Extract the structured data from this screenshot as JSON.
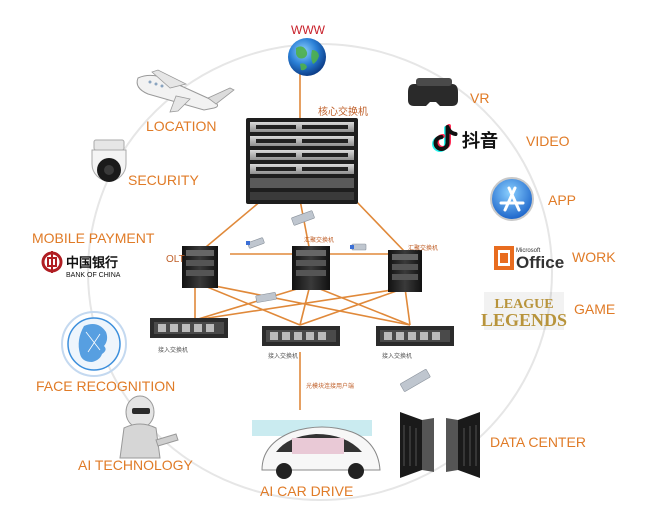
{
  "center": {
    "core_switch_label": "核心交换机",
    "aggregation_label": "汇聚交换机",
    "aggregation_label_right": "汇聚交换机",
    "olt_label": "OLT",
    "access_labels": [
      "接入交换机",
      "接入交换机",
      "接入交换机"
    ],
    "optical_user_label": "光模块连接用户端"
  },
  "left_items": [
    "LOCATION",
    "SECURITY",
    "MOBILE PAYMENT",
    "FACE RECOGNITION",
    "AI TECHNOLOGY"
  ],
  "right_items": [
    "VR",
    "VIDEO",
    "APP",
    "WORK",
    "GAME",
    "DATA CENTER"
  ],
  "top_item": "WWW",
  "bottom_item": "AI CAR DRIVE",
  "logos": {
    "bank_cn": "中国银行",
    "bank_en": "BANK OF CHINA",
    "douyin": "抖音",
    "office_small": "Microsoft",
    "office": "Office",
    "lol_line1": "LEAGUE",
    "lol_line2": "LEGENDS"
  },
  "colors": {
    "label": "#e07b27",
    "link": "#e0893a",
    "ring": "#e4e4e4",
    "device": "#2a2a2a"
  }
}
